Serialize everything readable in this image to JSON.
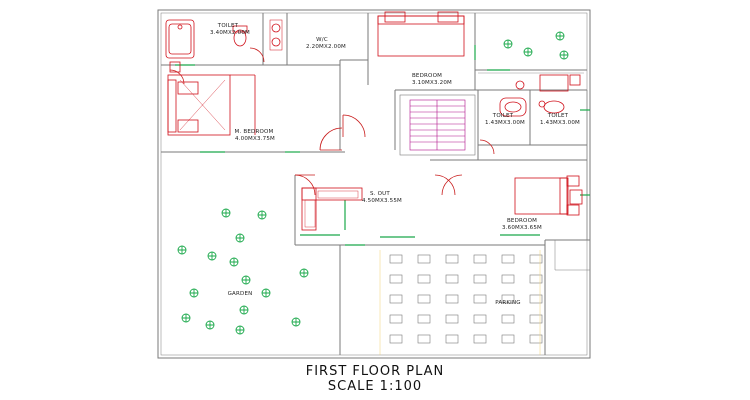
{
  "rooms": {
    "toilet_top": {
      "name": "TOILET",
      "size": "3.40MX2.00M"
    },
    "wic": {
      "name": "W/C",
      "size": "2.20MX2.00M"
    },
    "bedroom_top": {
      "name": "BEDROOM",
      "size": "3.10MX3.20M"
    },
    "master_bedroom": {
      "name": "M. BEDROOM",
      "size": "4.00MX3.75M"
    },
    "toilet_mid_left": {
      "name": "TOILET",
      "size": "1.43MX3.00M"
    },
    "toilet_mid_right": {
      "name": "TOILET",
      "size": "1.43MX3.00M"
    },
    "sitout": {
      "name": "S. OUT",
      "size": "4.50MX3.55M"
    },
    "bedroom_right": {
      "name": "BEDROOM",
      "size": "3.60MX3.65M"
    },
    "garden": {
      "name": "GARDEN"
    },
    "parking": {
      "name": "PARKING"
    }
  },
  "title": {
    "line1": "FIRST FLOOR PLAN",
    "line2": "SCALE 1:100"
  },
  "colors": {
    "wall": "#7a7a7a",
    "red": "#d0101a",
    "green": "#1aa84a",
    "magenta": "#b0108a",
    "door": "#c81a1a"
  }
}
